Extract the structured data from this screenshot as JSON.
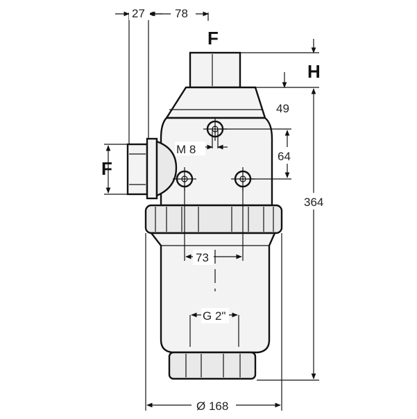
{
  "labels": {
    "dim_27": "27",
    "dim_78": "78",
    "port_top": "F",
    "port_left": "F",
    "dim_H": "H",
    "dim_49": "49",
    "dim_m8": "M 8",
    "dim_64": "64",
    "dim_364": "364",
    "dim_73": "73",
    "dim_g2": "G 2\"",
    "dim_168": "Ø 168"
  },
  "colors": {
    "line": "#111111",
    "background": "#ffffff",
    "shade": "#e9e9e9"
  }
}
